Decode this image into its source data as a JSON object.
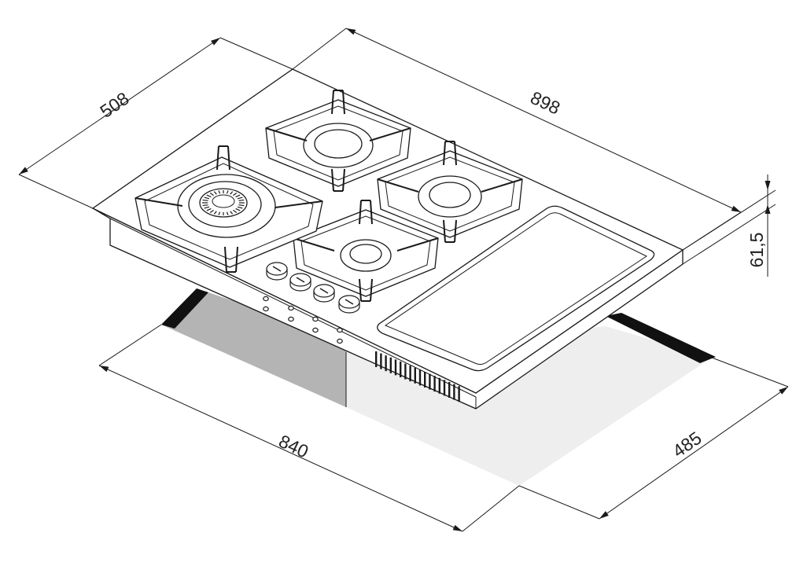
{
  "dimensions": {
    "depth_top": "508",
    "width_top": "898",
    "height_side": "61,5",
    "cutout_width": "840",
    "cutout_depth": "485"
  },
  "colors": {
    "line": "#1a1a1a",
    "cutout_dark": "#b4b4b4",
    "cutout_light": "#eeeeee",
    "cutout_edge": "#111111"
  }
}
